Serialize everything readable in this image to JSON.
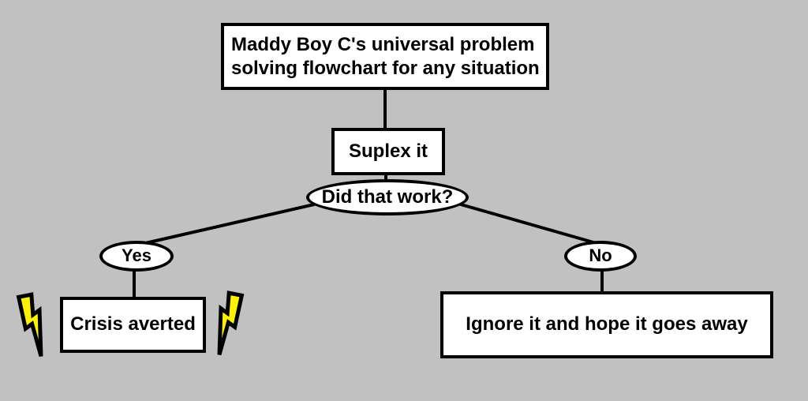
{
  "colors": {
    "background": "#c1c1c1",
    "node_fill": "#ffffff",
    "line": "#000000",
    "lightning_yellow": "#fff200"
  },
  "flowchart": {
    "title_line1": "Maddy Boy C's universal problem",
    "title_line2": "solving flowchart for any situation",
    "action_label": "Suplex it",
    "question_label": "Did that work?",
    "branch_yes_label": "Yes",
    "branch_no_label": "No",
    "outcome_yes_label": "Crisis averted",
    "outcome_no_label": "Ignore it and hope it goes away"
  }
}
